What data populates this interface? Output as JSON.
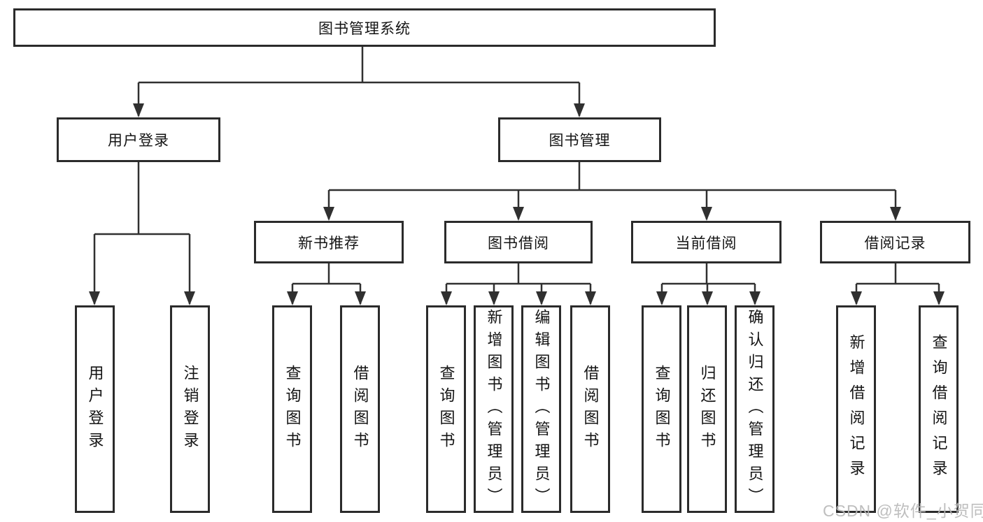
{
  "tree": {
    "root": {
      "label": "图书管理系统"
    },
    "children": [
      {
        "label": "用户登录",
        "children": [
          {
            "label": "用户登录"
          },
          {
            "label": "注销登录"
          }
        ]
      },
      {
        "label": "图书管理",
        "children": [
          {
            "label": "新书推荐",
            "children": [
              {
                "label": "查询图书"
              },
              {
                "label": "借阅图书"
              }
            ]
          },
          {
            "label": "图书借阅",
            "children": [
              {
                "label": "查询图书"
              },
              {
                "label": "新增图书（管理员）"
              },
              {
                "label": "编辑图书（管理员）"
              },
              {
                "label": "借阅图书"
              }
            ]
          },
          {
            "label": "当前借阅",
            "children": [
              {
                "label": "查询图书"
              },
              {
                "label": "归还图书"
              },
              {
                "label": "确认归还（管理员）"
              }
            ]
          },
          {
            "label": "借阅记录",
            "children": [
              {
                "label": "新增借阅记录"
              },
              {
                "label": "查询借阅记录"
              }
            ]
          }
        ]
      }
    ]
  },
  "watermark": "CSDN @软件_小贺同学",
  "colors": {
    "line": "#303030",
    "box_border": "#2b2b2b",
    "text": "#141414",
    "watermark": "#b8b8b8",
    "background": "#ffffff"
  }
}
